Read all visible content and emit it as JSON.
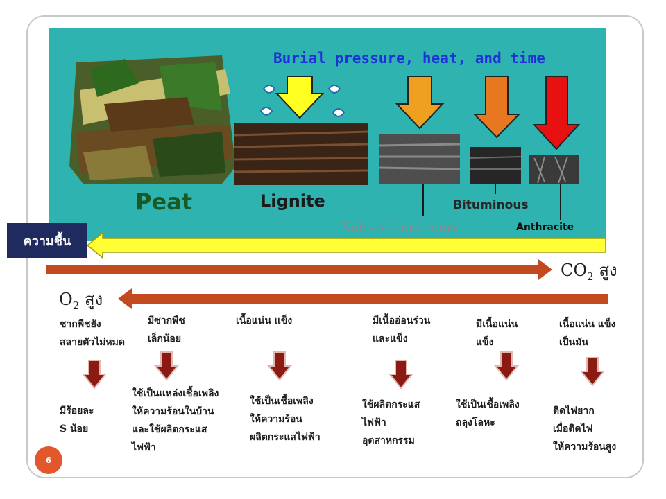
{
  "figure": {
    "heading": "Burial pressure, heat, and time",
    "stages": {
      "peat": "Peat",
      "lignite": "Lignite",
      "bituminous": "Bituminous",
      "sub_bituminous": "Sub-bituminous",
      "anthracite": "Anthracite"
    },
    "colors": {
      "background": "#2fb3b0",
      "heading": "#2030d8",
      "peat_text": "#1a5a22"
    }
  },
  "moisture_label": "ความชื้น",
  "co2": {
    "formula_main": "CO",
    "formula_sub": "2",
    "suffix": " สูง"
  },
  "o2": {
    "formula_main": "O",
    "formula_sub": "2",
    "suffix": " สูง"
  },
  "columns": [
    {
      "property": [
        "ซากพืชยัง",
        "สลายตัวไม่หมด"
      ],
      "use": [
        "มีร้อยละ",
        "S น้อย"
      ]
    },
    {
      "property": [
        "มีซากพืช",
        "เล็กน้อย"
      ],
      "use": [
        "ใช้เป็นแหล่งเชื้อเพลิง",
        "ให้ความร้อนในบ้าน",
        "และใช้ผลิตกระแส",
        "ไฟฟ้า"
      ]
    },
    {
      "property": [
        "เนื้อแน่น แข็ง"
      ],
      "use": [
        "ใช้เป็นเชื้อเพลิง",
        "ให้ความร้อน",
        "ผลิตกระแสไฟฟ้า"
      ]
    },
    {
      "property": [
        "มีเนื้ออ่อนร่วน",
        "และแข็ง"
      ],
      "use": [
        "ใช้ผลิตกระแส",
        "ไฟฟ้า",
        "อุตสาหกรรม"
      ]
    },
    {
      "property": [
        "มีเนื้อแน่น",
        "แข็ง"
      ],
      "use": [
        "ใช้เป็นเชื้อเพลิง",
        "ถลุงโลหะ"
      ]
    },
    {
      "property": [
        "เนื้อแน่น แข็ง",
        "เป็นมัน"
      ],
      "use": [
        "ติดไฟยาก",
        "เมื่อติดไฟ",
        "ให้ความร้อนสูง"
      ]
    }
  ],
  "colors": {
    "arrow_yellow": "#ffff33",
    "arrow_rust": "#c24a1e",
    "down_arrow": "#8b1a12",
    "label_bg": "#1f2a5e",
    "page_badge": "#e2572b"
  },
  "page_number": "6"
}
